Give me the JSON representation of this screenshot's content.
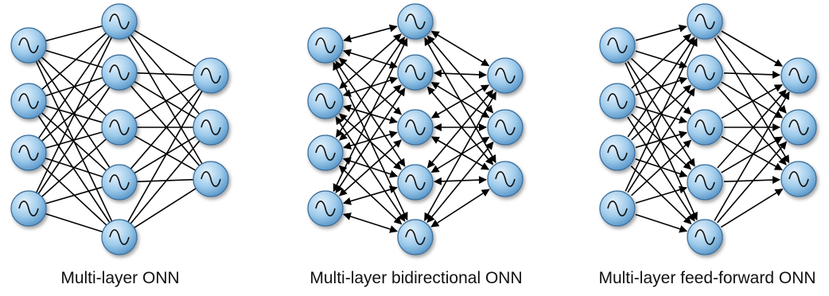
{
  "diagrams": [
    {
      "caption": "Multi-layer ONN",
      "edge_style": "undirected"
    },
    {
      "caption": "Multi-layer bidirectional ONN",
      "edge_style": "bidirectional"
    },
    {
      "caption": "Multi-layer feed-forward ONN",
      "edge_style": "forward"
    }
  ],
  "layer_sizes": [
    4,
    5,
    3
  ],
  "node_symbol": "sine-wave-icon",
  "colors": {
    "node_fill_light": "#e6f2fc",
    "node_fill_mid": "#9ecbeb",
    "node_fill_dark": "#4f8fc4",
    "node_stroke": "#3a6d9a",
    "wave": "#111111",
    "edge": "#000000"
  }
}
